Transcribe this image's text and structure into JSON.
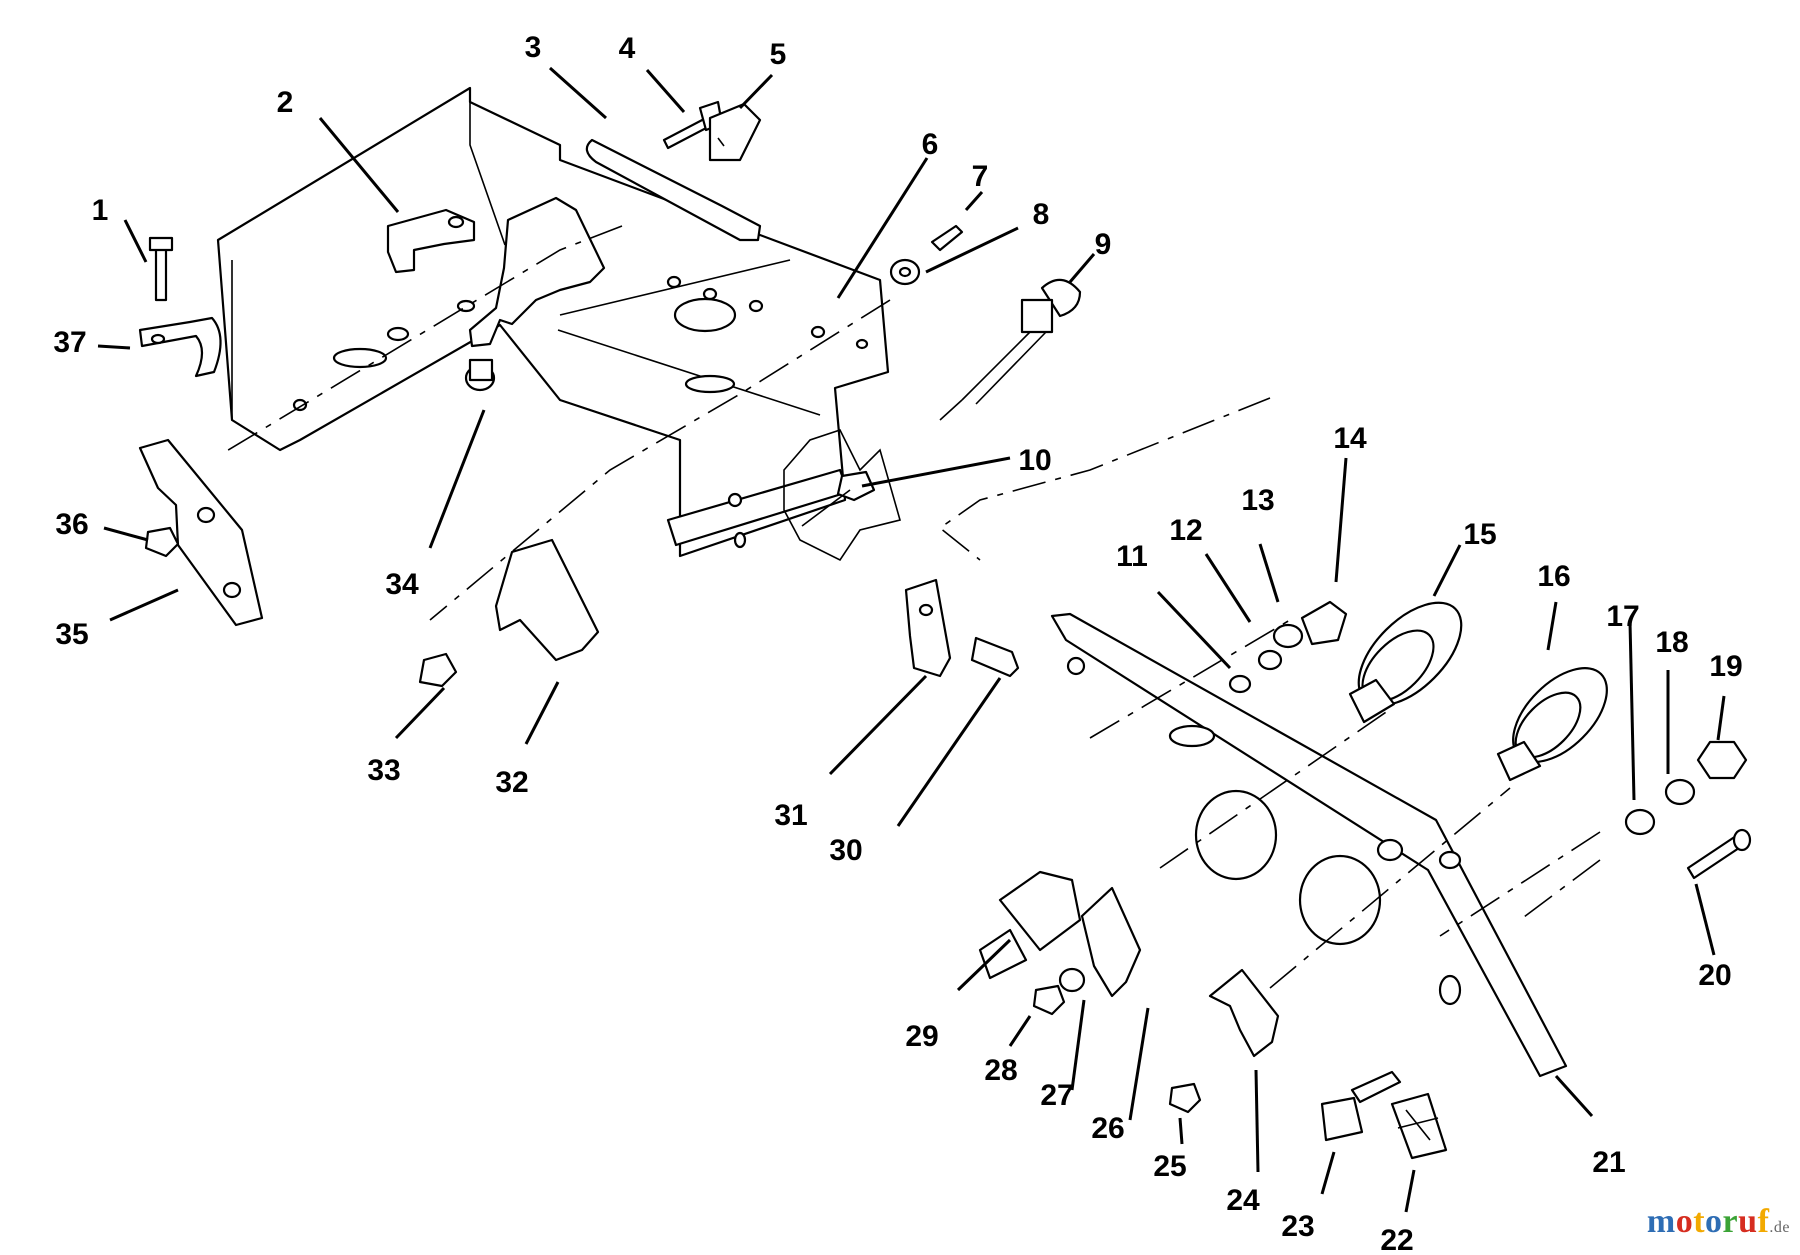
{
  "callouts": [
    "1",
    "2",
    "3",
    "4",
    "5",
    "6",
    "7",
    "8",
    "9",
    "10",
    "11",
    "12",
    "13",
    "14",
    "15",
    "16",
    "17",
    "18",
    "19",
    "20",
    "21",
    "22",
    "23",
    "24",
    "25",
    "26",
    "27",
    "28",
    "29",
    "30",
    "31",
    "32",
    "33",
    "34",
    "35",
    "36",
    "37"
  ],
  "watermark": {
    "letters": [
      "m",
      "o",
      "t",
      "o",
      "r",
      "u",
      "f"
    ],
    "colors": [
      "#2e6db4",
      "#d62d20",
      "#f2a900",
      "#2e6db4",
      "#3aa335",
      "#d62d20",
      "#f2a900"
    ],
    "tld": ".de"
  }
}
